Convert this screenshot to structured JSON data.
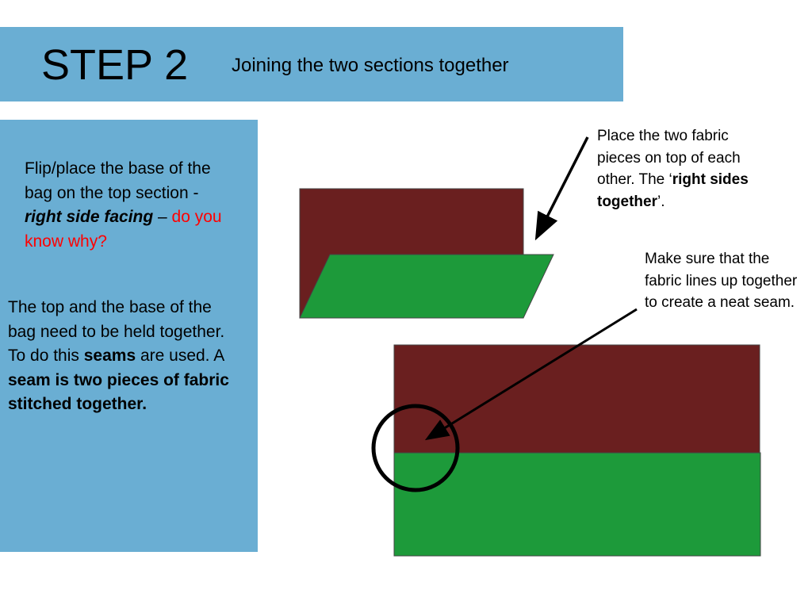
{
  "header": {
    "title": "STEP 2",
    "subtitle": "Joining the two sections together"
  },
  "intro": {
    "text1": "Flip/place the base of the bag on the top section - ",
    "emph": "right side facing",
    "dash": " – ",
    "question": "do you know why?"
  },
  "explain": {
    "text1": "The top and the base of the bag need to be held together. To do this ",
    "seams": "seams",
    "text2": " are used. A ",
    "definition": "seam is two pieces of fabric stitched together."
  },
  "note_top": {
    "text1": "Place the two fabric pieces on top of each other. The ‘",
    "bold": "right sides together",
    "text2": "’."
  },
  "note_side": {
    "text": "Make sure that the fabric lines up together to create a neat seam."
  },
  "colors": {
    "panel_blue": "#6aaed3",
    "fabric_brown": "#6a1f1f",
    "fabric_green": "#1d9a3a",
    "accent_red": "#ff0000"
  }
}
